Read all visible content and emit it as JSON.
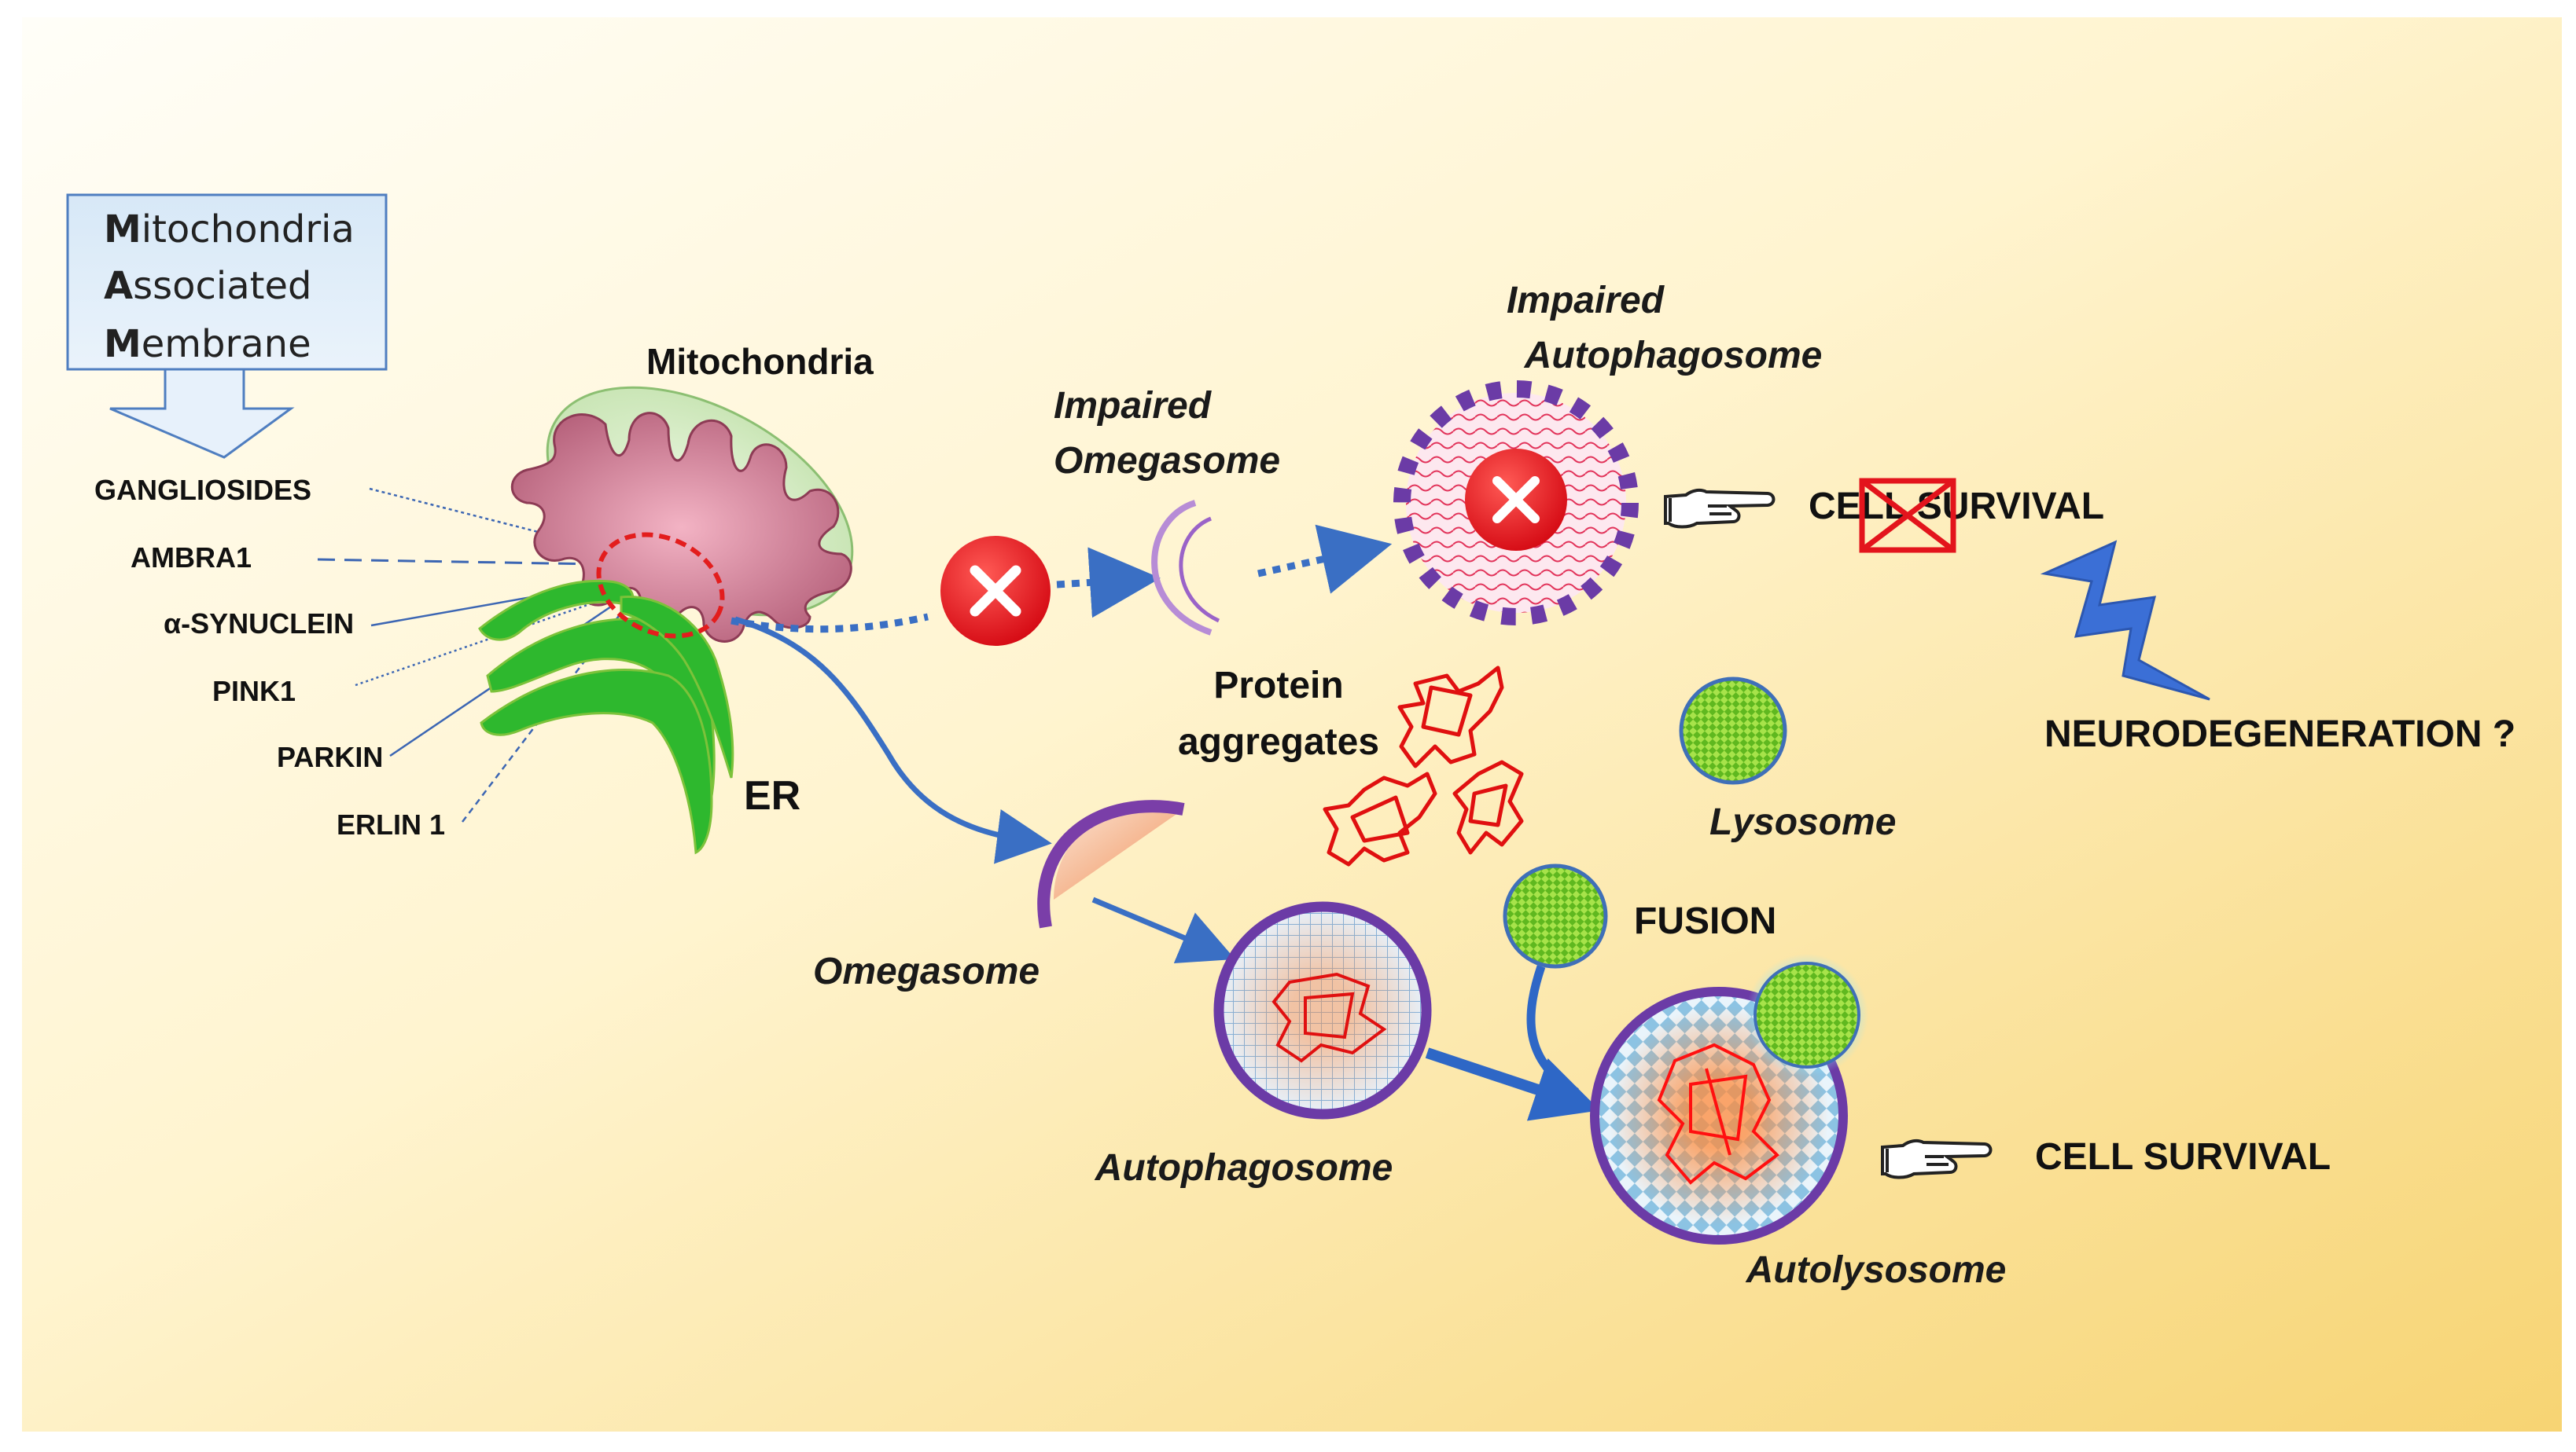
{
  "mam_box": {
    "line1_initial": "M",
    "line1_rest": "itochondria",
    "line2_initial": "A",
    "line2_rest": "ssociated",
    "line3_initial": "M",
    "line3_rest": "embrane"
  },
  "mam_proteins": [
    "GANGLIOSIDES",
    "AMBRA1",
    "α-SYNUCLEIN",
    "PINK1",
    "PARKIN",
    "ERLIN 1"
  ],
  "labels": {
    "mitochondria": "Mitochondria",
    "er": "ER",
    "impaired_omegasome_1": "Impaired",
    "impaired_omegasome_2": "Omegasome",
    "impaired_autophagosome_1": "Impaired",
    "impaired_autophagosome_2": "Autophagosome",
    "cell_survival_blocked": "CELL SURVIVAL",
    "neurodegeneration": "NEURODEGENERATION ?",
    "protein_aggregates_1": "Protein",
    "protein_aggregates_2": "aggregates",
    "lysosome": "Lysosome",
    "omegasome": "Omegasome",
    "fusion": "FUSION",
    "autophagosome": "Autophagosome",
    "autolysosome": "Autolysosome",
    "cell_survival": "CELL SURVIVAL"
  },
  "icons": [
    "impaired-x-icon",
    "pointing-hand-icon",
    "crossed-box-icon",
    "lightning-bolt-icon"
  ],
  "colors": {
    "background_start": "#fffdf3",
    "background_end": "#f8d777",
    "er_green": "#2eb82e",
    "mitochondria_fill": "#d98aa0",
    "mitochondria_outer": "#d4ebc4",
    "arrow_blue": "#3a6fc4",
    "impaired_red": "#e3141c",
    "membrane_purple": "#6a3f9c",
    "lysosome_green": "#7ed321",
    "aggregate_red": "#e01010",
    "bolt_blue": "#3b6fd6"
  }
}
